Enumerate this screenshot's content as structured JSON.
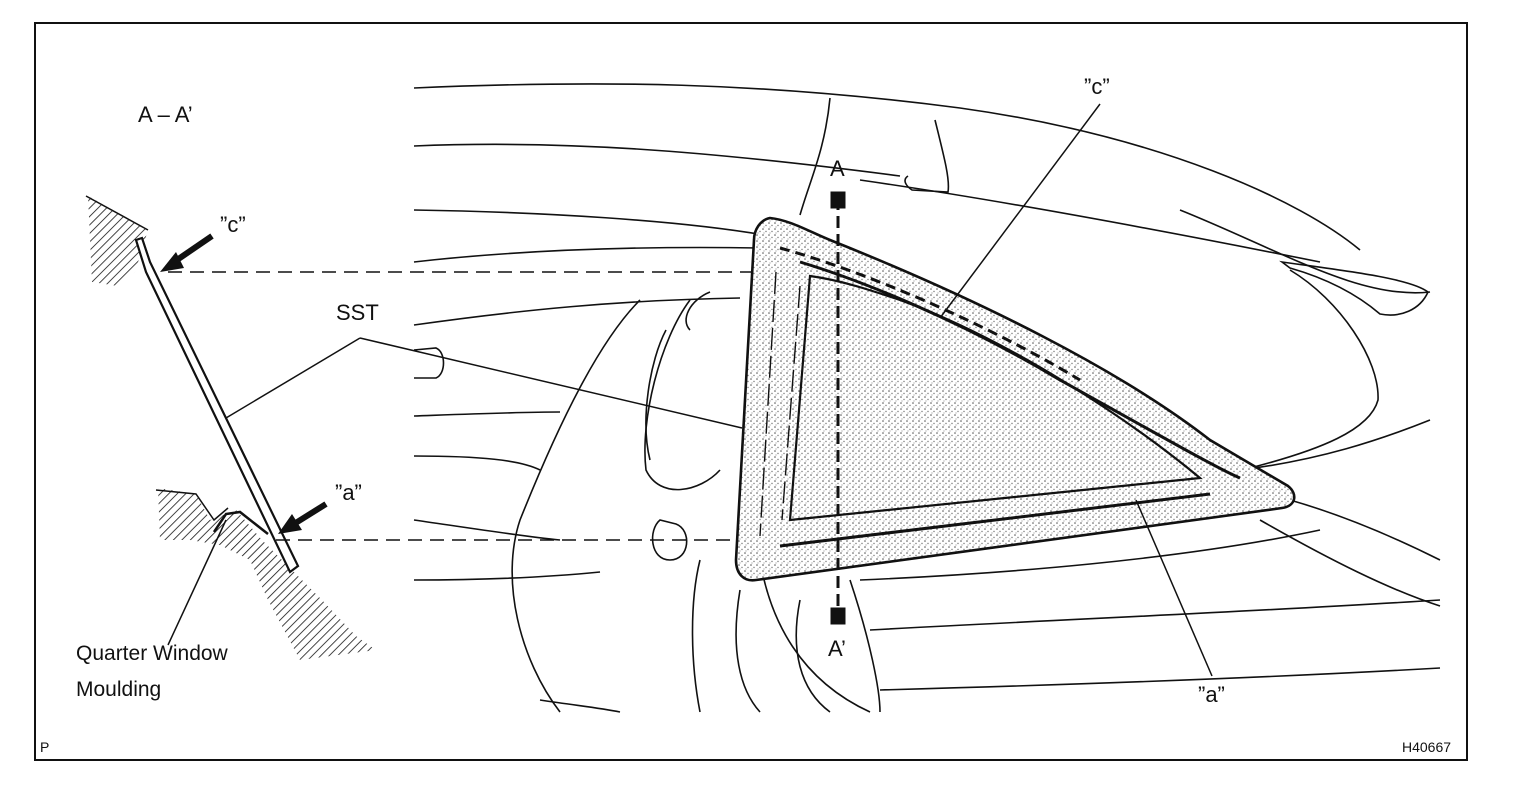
{
  "section_label": "A – A’",
  "labels": {
    "c_left": "”c”",
    "a_left": "”a”",
    "c_right": "”c”",
    "a_right": "”a”",
    "sst": "SST",
    "moulding_line1": "Quarter Window",
    "moulding_line2": "Moulding",
    "section_top": "A",
    "section_bottom": "A’",
    "corner_p": "P",
    "figure_code": "H40667"
  },
  "colors": {
    "ink": "#111111",
    "paper": "#ffffff",
    "stipple": "#8a8a8a"
  }
}
